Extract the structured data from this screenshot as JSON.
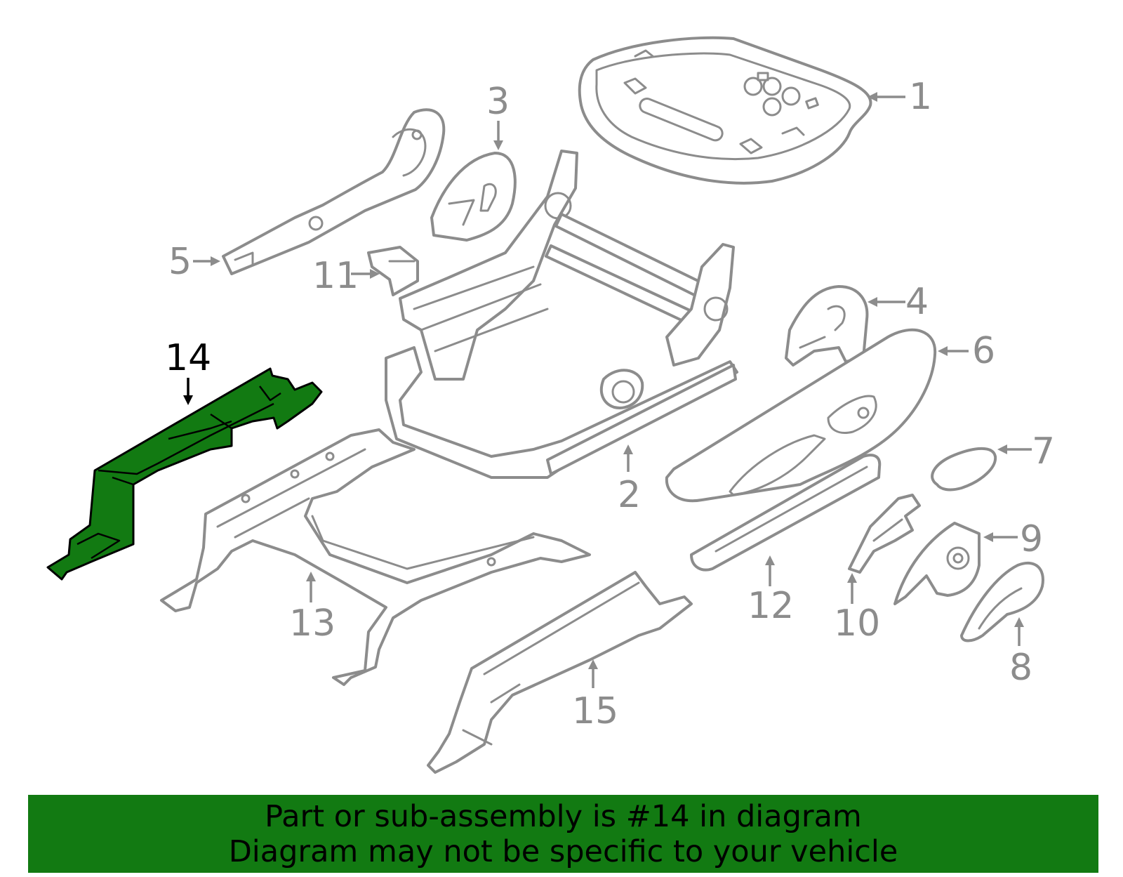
{
  "diagram": {
    "highlighted_part": "14",
    "highlight_color": "#127a12",
    "part_color": "#8c8c8c",
    "callouts": {
      "c1": "1",
      "c2": "2",
      "c3": "3",
      "c4": "4",
      "c5": "5",
      "c6": "6",
      "c7": "7",
      "c8": "8",
      "c9": "9",
      "c10": "10",
      "c11": "11",
      "c12": "12",
      "c13": "13",
      "c14": "14",
      "c15": "15"
    }
  },
  "banner": {
    "line1": "Part or sub-assembly is #14 in diagram",
    "line2": "Diagram may not be specific to your vehicle",
    "background": "#127a12"
  }
}
